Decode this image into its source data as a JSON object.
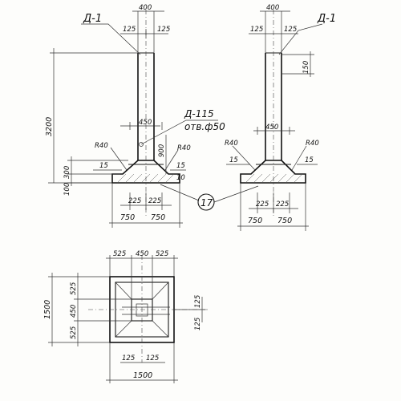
{
  "labels": {
    "part_code": "Д-1",
    "insert_code": "Д-115",
    "insert_hole": "отв.ф50",
    "position_mark": "17",
    "radius": "R40"
  },
  "dims": {
    "d400": "400",
    "d125": "125",
    "d450": "450",
    "d3200": "3200",
    "d900": "900",
    "d300": "300",
    "d100": "100",
    "d15": "15",
    "d10": "10",
    "d225": "225",
    "d750": "750",
    "d150": "150",
    "d525": "525",
    "d1500": "1500"
  }
}
